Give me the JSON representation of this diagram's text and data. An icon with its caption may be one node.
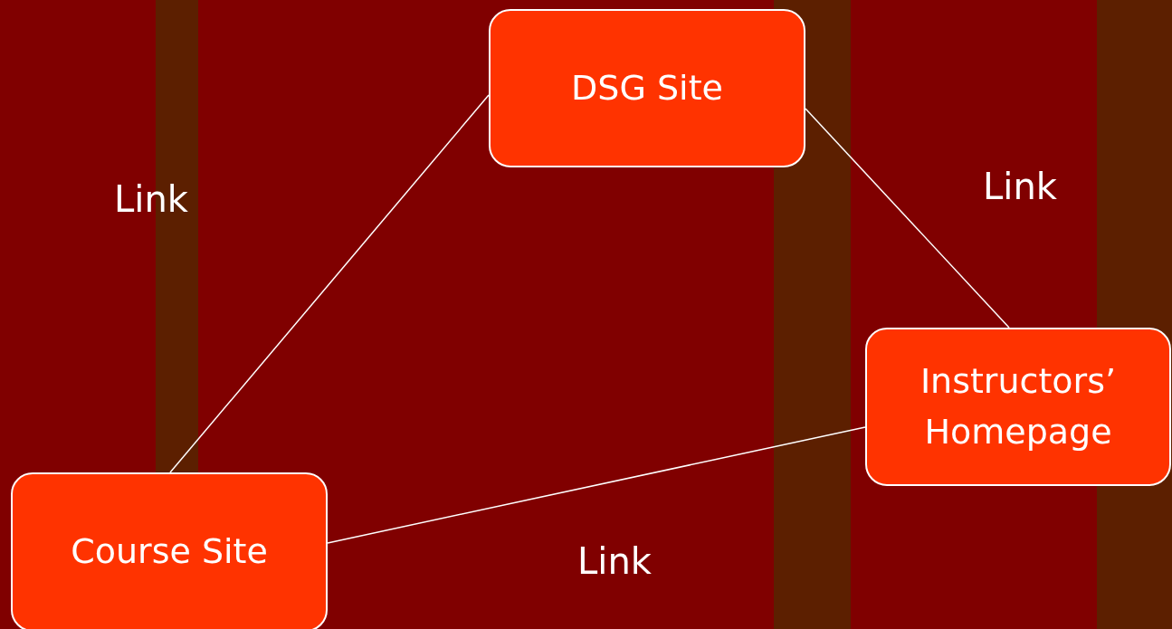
{
  "diagram": {
    "nodes": [
      {
        "text": [
          "DSG Site"
        ]
      },
      {
        "text": [
          "Instructors’ Homepage"
        ]
      },
      {
        "text": [
          "Course Site"
        ]
      }
    ],
    "edges": [
      {
        "from": 0,
        "to": 2,
        "arrow": "none"
      },
      {
        "from": 0,
        "to": 1,
        "arrow": "none"
      },
      {
        "from": 1,
        "to": 2,
        "arrow": "none"
      }
    ],
    "labels": [
      "Link",
      "Link",
      "Link"
    ]
  }
}
